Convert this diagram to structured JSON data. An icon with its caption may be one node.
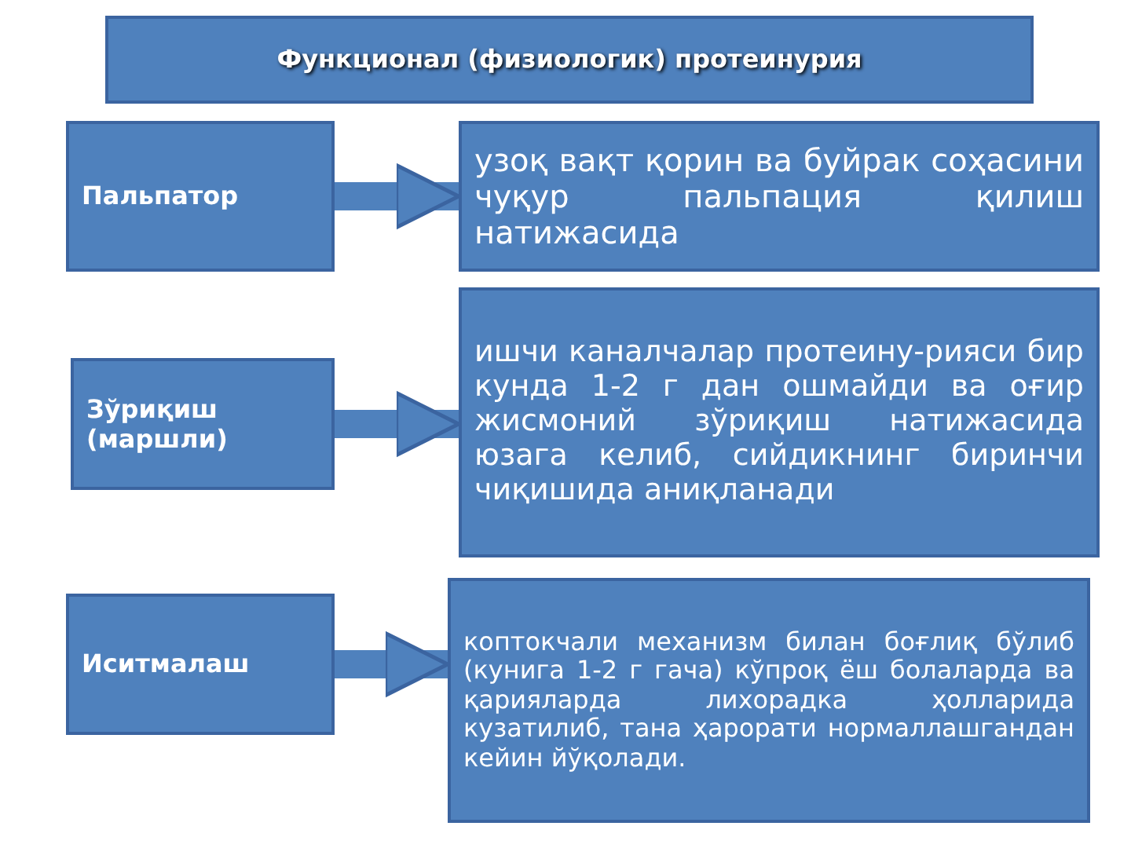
{
  "diagram": {
    "nodes": [
      {
        "text": [
          "Функционал (физиологик) протеинурия"
        ]
      },
      {
        "text": [
          "Пальпатор"
        ]
      },
      {
        "text": [
          "узоқ вақт қорин ва буйрак соҳасини чуқур пальпация қилиш натижасида"
        ]
      },
      {
        "text": [
          "Зўриқиш (маршли)"
        ]
      },
      {
        "text": [
          "ишчи каналчалар протеину-рияси бир кунда 1-2 г дан ошмайди ва оғир жисмоний зўриқиш натижасида юзага келиб, сийдикнинг биринчи чиқишида аниқланади"
        ]
      },
      {
        "text": [
          "Иситмалаш"
        ]
      },
      {
        "text": [
          "коптокчали механизм билан боғлиқ бўлиб (кунига 1-2 г гача) кўпроқ ёш болаларда ва қарияларда лихорадка ҳолларида кузатилиб, тана ҳарорати нормаллашгандан кейин йўқолади."
        ]
      }
    ],
    "edges": [
      {
        "from": 1,
        "to": 2,
        "arrow": "to"
      },
      {
        "from": 3,
        "to": 4,
        "arrow": "to"
      },
      {
        "from": 5,
        "to": 6,
        "arrow": "to"
      }
    ]
  }
}
